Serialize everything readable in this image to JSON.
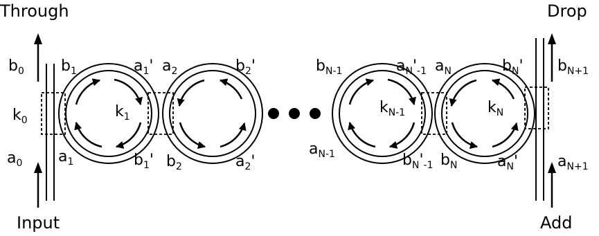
{
  "ports": {
    "through": "Through",
    "drop": "Drop",
    "input": "Input",
    "add": "Add"
  },
  "labels": {
    "b0": {
      "base": "b",
      "sub": "0",
      "sup": ""
    },
    "a0": {
      "base": "a",
      "sub": "0",
      "sup": ""
    },
    "k0": {
      "base": "k",
      "sub": "0",
      "sup": ""
    },
    "b1": {
      "base": "b",
      "sub": "1",
      "sup": ""
    },
    "a1": {
      "base": "a",
      "sub": "1",
      "sup": ""
    },
    "k1": {
      "base": "k",
      "sub": "1",
      "sup": ""
    },
    "a1p": {
      "base": "a",
      "sub": "1",
      "sup": "'"
    },
    "b1p": {
      "base": "b",
      "sub": "1",
      "sup": "'"
    },
    "a2": {
      "base": "a",
      "sub": "2",
      "sup": ""
    },
    "b2": {
      "base": "b",
      "sub": "2",
      "sup": ""
    },
    "b2p": {
      "base": "b",
      "sub": "2",
      "sup": "'"
    },
    "a2p": {
      "base": "a",
      "sub": "2",
      "sup": "'"
    },
    "bN1": {
      "base": "b",
      "sub": "N-1",
      "sup": ""
    },
    "aN1": {
      "base": "a",
      "sub": "N-1",
      "sup": ""
    },
    "kN1": {
      "base": "k",
      "sub": "N-1",
      "sup": ""
    },
    "aNp1": {
      "base": "a",
      "sub": "N",
      "sup": "'",
      "tail": "-1"
    },
    "bNp1": {
      "base": "b",
      "sub": "N",
      "sup": "'",
      "tail": "-1"
    },
    "aN": {
      "base": "a",
      "sub": "N",
      "sup": ""
    },
    "bN": {
      "base": "b",
      "sub": "N",
      "sup": ""
    },
    "kN": {
      "base": "k",
      "sub": "N",
      "sup": ""
    },
    "bNp": {
      "base": "b",
      "sub": "N",
      "sup": "'"
    },
    "aNp": {
      "base": "a",
      "sub": "N",
      "sup": "'"
    },
    "bNplus1": {
      "base": "b",
      "sub": "N+1",
      "sup": ""
    },
    "aNplus1": {
      "base": "a",
      "sub": "N+1",
      "sup": ""
    }
  },
  "ellipsis_dots": 3
}
